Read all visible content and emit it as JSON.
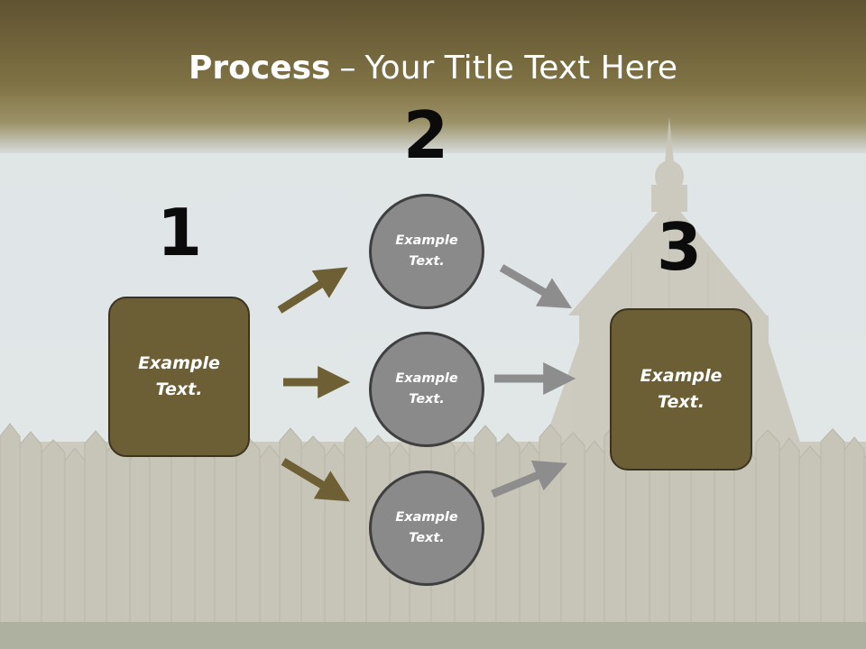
{
  "title": {
    "bold": "Process",
    "dash": "–",
    "rest": "Your Title Text Here"
  },
  "steps": [
    {
      "number": "1",
      "label": "Example Text."
    },
    {
      "number": "2",
      "items": [
        "Example Text.",
        "Example Text.",
        "Example Text."
      ]
    },
    {
      "number": "3",
      "label": "Example Text."
    }
  ],
  "colors": {
    "header": "#7a6d3e",
    "box_fill": "#6c5f36",
    "circle_fill": "#8a8a8a",
    "arrow_olive": "#6e6034",
    "arrow_gray": "#8d8d8d"
  }
}
